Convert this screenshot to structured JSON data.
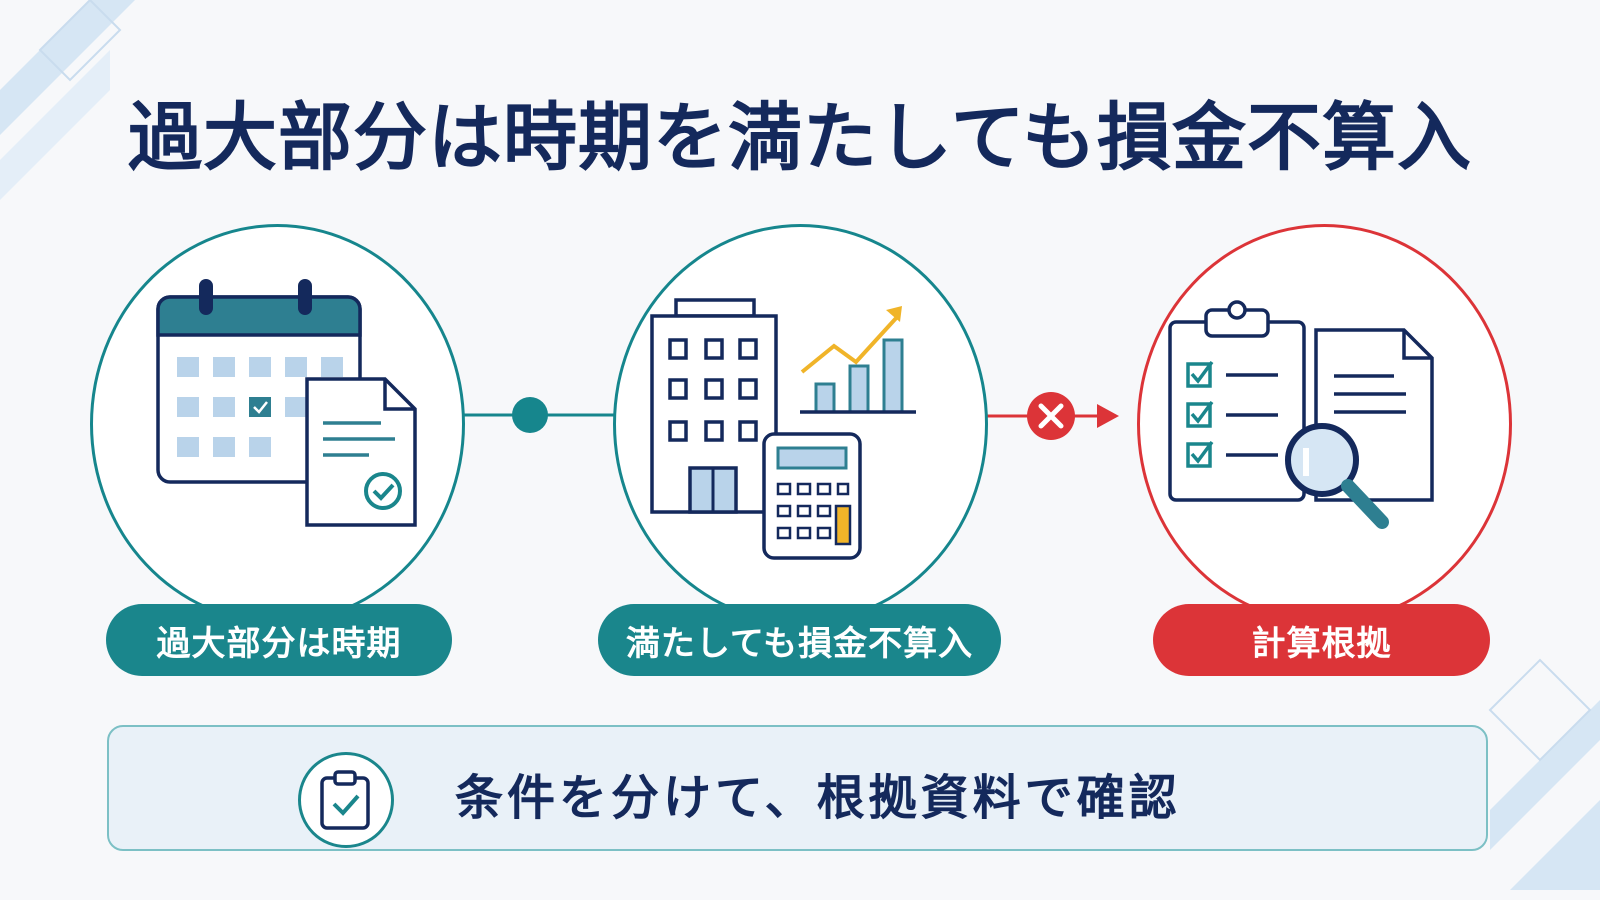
{
  "title": "過大部分は時期を満たしても損金不算入",
  "steps": [
    {
      "label": "過大部分は時期",
      "icon": "calendar-document-check-icon",
      "color": "#1a868c"
    },
    {
      "label": "満たしても損金不算入",
      "icon": "building-chart-calculator-icon",
      "color": "#1a868c"
    },
    {
      "label": "計算根拠",
      "icon": "clipboard-checklist-magnifier-icon",
      "color": "#dc3438"
    }
  ],
  "connectors": [
    {
      "icon": "dot-connector-icon",
      "color": "#1a868c"
    },
    {
      "icon": "x-mark-arrow-icon",
      "color": "#dc3438"
    }
  ],
  "footer": {
    "text": "条件を分けて、根拠資料で確認",
    "icon": "clipboard-check-icon"
  },
  "colors": {
    "navy": "#14295c",
    "teal": "#1a868c",
    "red": "#dc3438",
    "light_blue": "#e9f1f8"
  }
}
